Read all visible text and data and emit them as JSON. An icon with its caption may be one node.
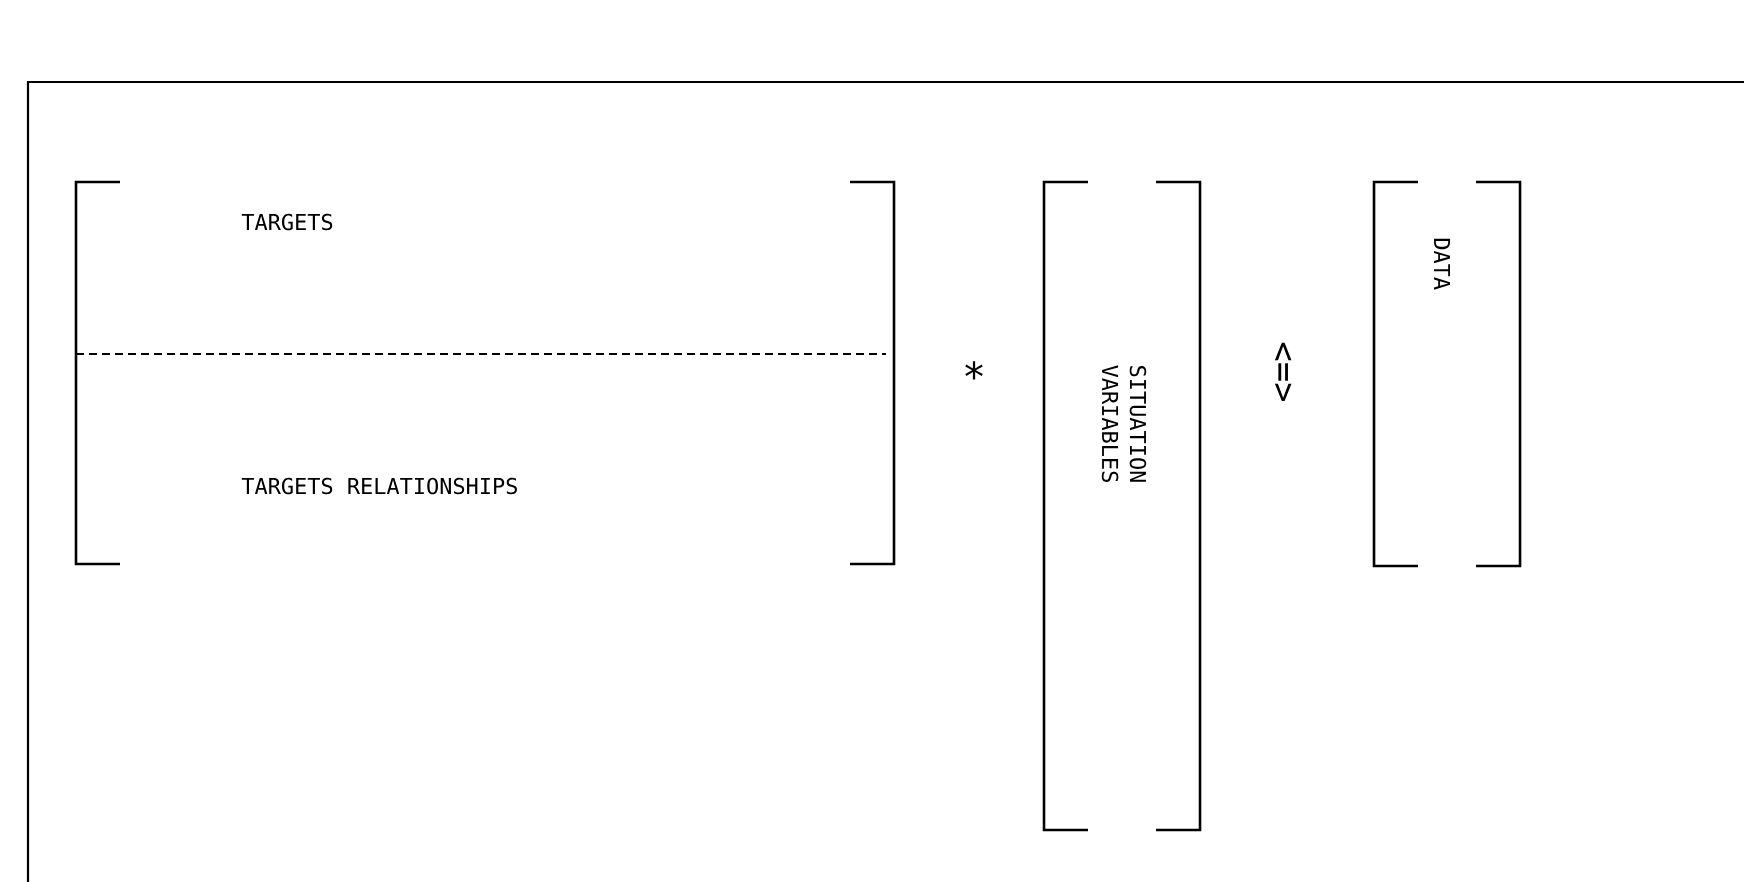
{
  "diagram": {
    "nodes": [
      {
        "text": [
          "TARGETS",
          "TARGETS RELATIONSHIPS"
        ]
      },
      {
        "text": [
          "SITUATION VARIABLES"
        ]
      },
      {
        "text": [
          "DATA"
        ]
      }
    ],
    "labels": [
      "*",
      "<=>"
    ]
  }
}
